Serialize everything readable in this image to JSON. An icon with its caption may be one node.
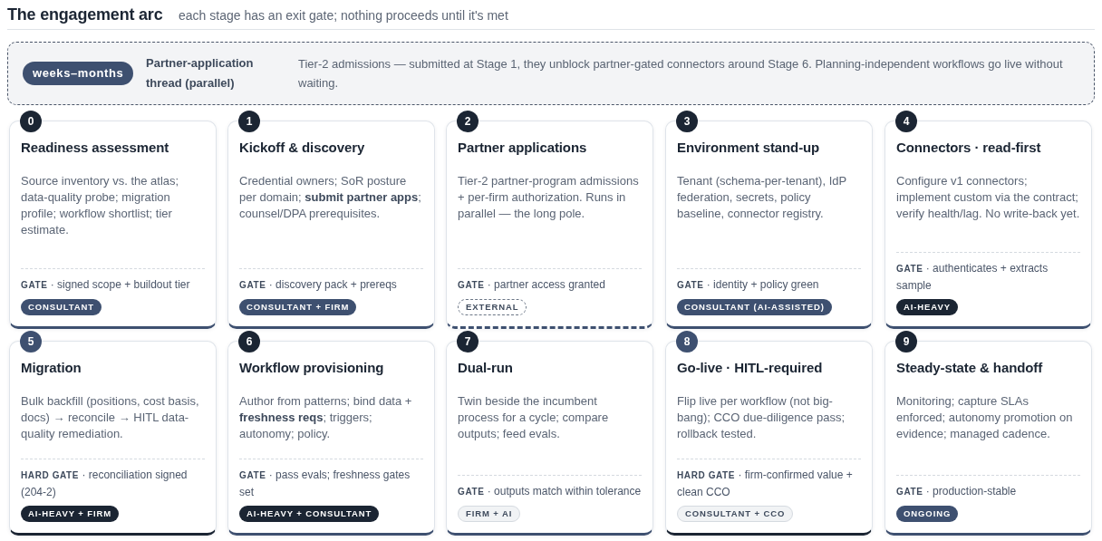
{
  "diagram": {
    "title": "The engagement arc",
    "nodes": [
      {
        "text": [
          "weeks–months",
          "Partner-application thread (parallel)",
          "Tier-2 admissions — submitted at Stage 1, they unblock partner-gated connectors around Stage 6. Planning-independent workflows go live without waiting."
        ]
      },
      {
        "text": [
          "0",
          "Readiness assessment",
          "Source inventory vs. the atlas; data-quality probe; migration profile; workflow shortlist; tier estimate.",
          "**GATE** · signed scope + buildout tier",
          "CONSULTANT"
        ]
      },
      {
        "text": [
          "1",
          "Kickoff & discovery",
          "Credential owners; SoR posture per domain; **submit partner apps**; counsel/DPA prerequisites.",
          "**GATE** · discovery pack + prereqs",
          "CONSULTANT + FIRM"
        ]
      },
      {
        "text": [
          "2",
          "Partner applications",
          "Tier-2 partner-program admissions + per-firm authorization. Runs in parallel — the long pole.",
          "**GATE** · partner access granted",
          "EXTERNAL"
        ]
      },
      {
        "text": [
          "3",
          "Environment stand-up",
          "Tenant (schema-per-tenant), IdP federation, secrets, policy baseline, connector registry.",
          "**GATE** · identity + policy green",
          "CONSULTANT (AI-ASSISTED)"
        ]
      },
      {
        "text": [
          "4",
          "Connectors · read-first",
          "Configure v1 connectors; implement custom via the contract; verify health/lag. No write-back yet.",
          "**GATE** · authenticates + extracts sample",
          "AI-HEAVY"
        ]
      },
      {
        "text": [
          "5",
          "Migration",
          "Bulk backfill (positions, cost basis, docs) → reconcile → HITL data-quality remediation.",
          "**HARD GATE** · reconciliation signed (204-2)",
          "AI-HEAVY + FIRM"
        ]
      },
      {
        "text": [
          "6",
          "Workflow provisioning",
          "Author from patterns; bind data + **freshness reqs**; triggers; autonomy; policy.",
          "**GATE** · pass evals; freshness gates set",
          "AI-HEAVY + CONSULTANT"
        ]
      },
      {
        "text": [
          "7",
          "Dual-run",
          "Twin beside the incumbent process for a cycle; compare outputs; feed evals.",
          "**GATE** · outputs match within tolerance",
          "FIRM + AI"
        ]
      },
      {
        "text": [
          "8",
          "Go-live · HITL-required",
          "Flip live per workflow (not big-bang); CCO due-diligence pass; rollback tested.",
          "**HARD GATE** · firm-confirmed value + clean CCO",
          "CONSULTANT + CCO"
        ]
      },
      {
        "text": [
          "9",
          "Steady-state & handoff",
          "Monitoring; capture SLAs enforced; autonomy promotion on evidence; managed cadence.",
          "**GATE** · production-stable",
          "ONGOING"
        ]
      }
    ],
    "labels": [
      "each stage has an exit gate; nothing proceeds until it's met"
    ]
  }
}
